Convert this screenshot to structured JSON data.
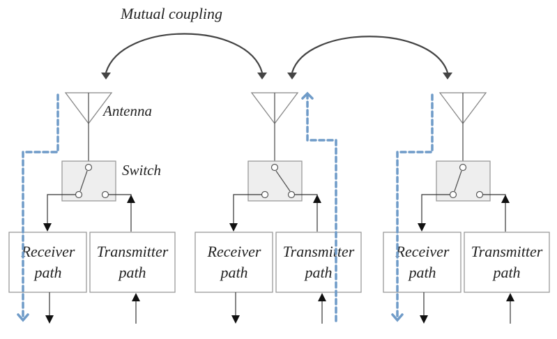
{
  "title": "Mutual coupling",
  "labels": {
    "antenna": "Antenna",
    "switch": "Switch"
  },
  "units": [
    {
      "name": "unit-1",
      "receiver_line1": "Receiver",
      "receiver_line2": "path",
      "transmitter_line1": "Transmitter",
      "transmitter_line2": "path",
      "switch_state": "receive",
      "coupling_path": "down-left"
    },
    {
      "name": "unit-2",
      "receiver_line1": "Receiver",
      "receiver_line2": "path",
      "transmitter_line1": "Transmitter",
      "transmitter_line2": "path",
      "switch_state": "transmit",
      "coupling_path": "up-right"
    },
    {
      "name": "unit-3",
      "receiver_line1": "Receiver",
      "receiver_line2": "path",
      "transmitter_line1": "Transmitter",
      "transmitter_line2": "path",
      "switch_state": "receive",
      "coupling_path": "down-left"
    }
  ],
  "colors": {
    "line": "#333333",
    "box_border": "#999999",
    "switch_fill": "#eeeeee",
    "coupling_dash": "#6f9bc8",
    "arc": "#444444"
  }
}
